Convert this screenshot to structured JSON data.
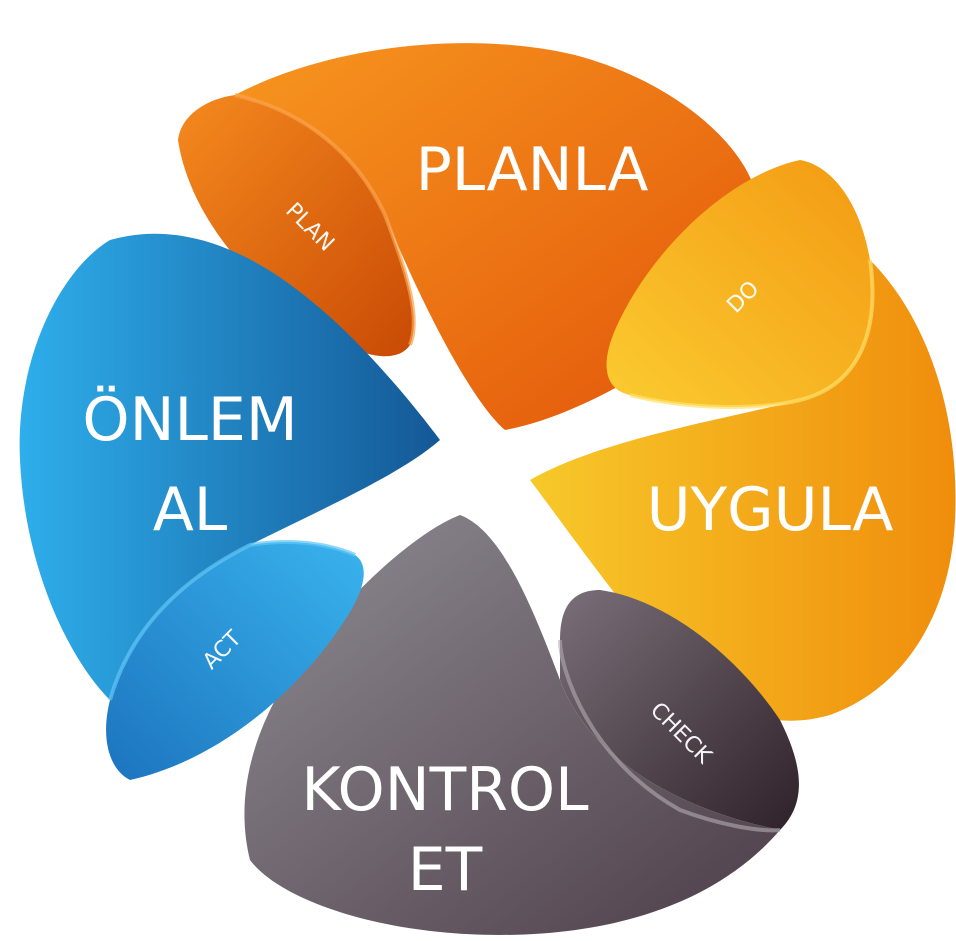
{
  "petals": {
    "plan": {
      "main": "PLANLA",
      "sub": "PLAN",
      "color_light": "#F5891C",
      "color_dark": "#E35A0B"
    },
    "do": {
      "main": "UYGULA",
      "sub": "DO",
      "color_light": "#F7C125",
      "color_dark": "#F2950E"
    },
    "check": {
      "main_line1": "KONTROL",
      "main_line2": "ET",
      "sub": "CHECK",
      "color_light": "#8E8B91",
      "color_dark": "#4A3C45"
    },
    "act": {
      "main_line1": "ÖNLEM",
      "main_line2": "AL",
      "sub": "ACT",
      "color_light": "#2AA6E8",
      "color_dark": "#145C98"
    }
  }
}
